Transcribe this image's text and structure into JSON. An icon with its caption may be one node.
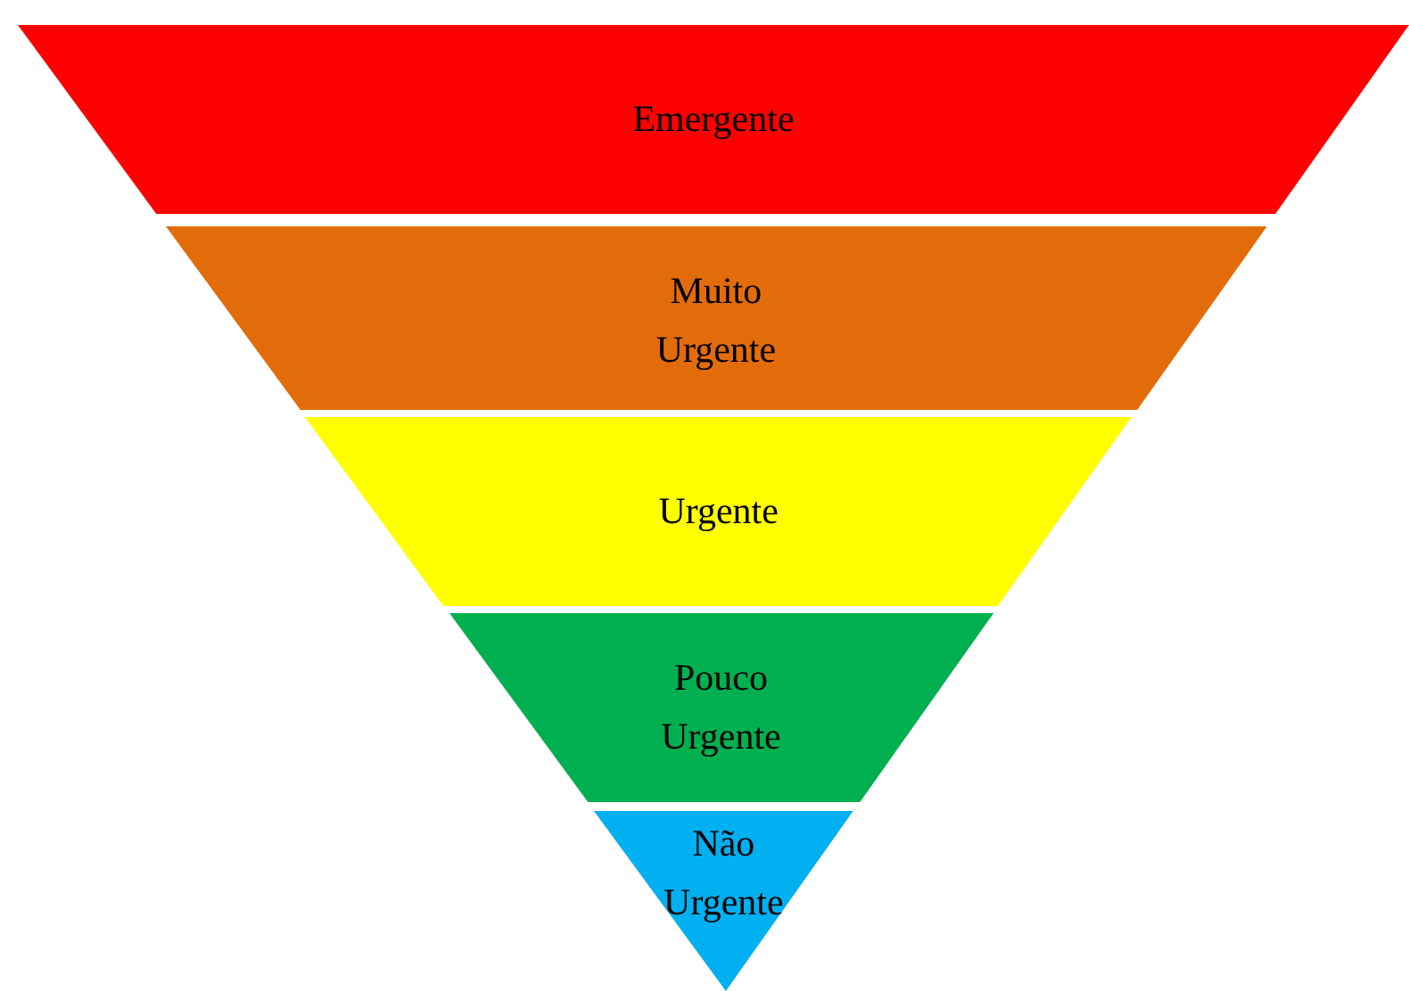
{
  "diagram": {
    "nodes": [
      {
        "text": [
          "Emergente"
        ]
      },
      {
        "text": [
          "Muito Urgente"
        ]
      },
      {
        "text": [
          "Urgente"
        ]
      },
      {
        "text": [
          "Pouco Urgente"
        ]
      },
      {
        "text": [
          "Não Urgente"
        ]
      }
    ]
  }
}
